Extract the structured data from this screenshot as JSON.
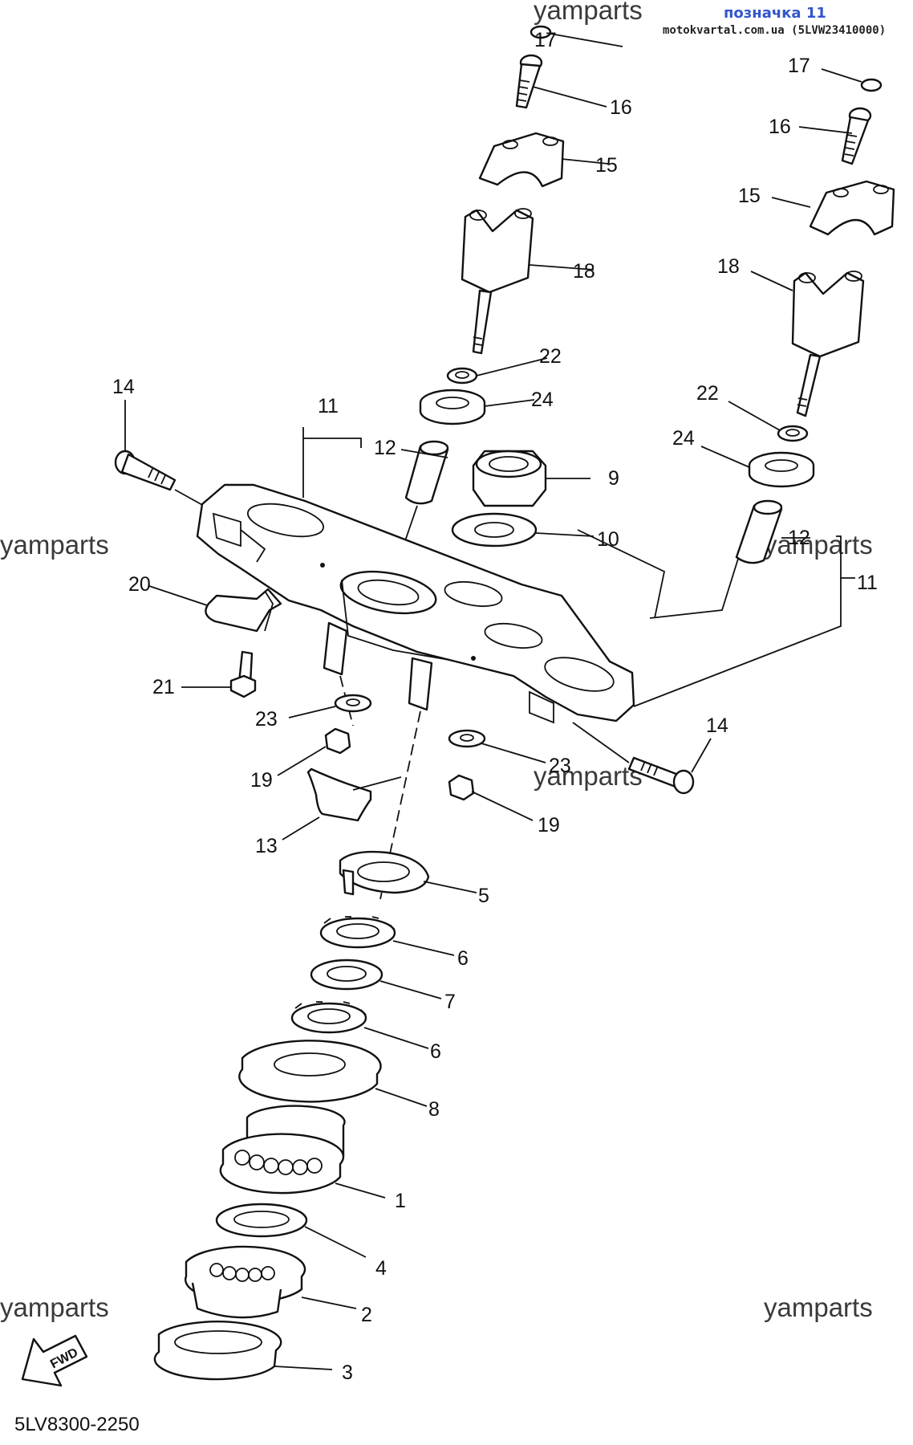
{
  "header": {
    "watermark": "yamparts",
    "label": "позначка 11",
    "site": "motokvartal.com.ua (5LVW23410000)"
  },
  "watermarks": [
    "yamparts",
    "yamparts",
    "yamparts",
    "yamparts",
    "yamparts"
  ],
  "fwd_label": "FWD",
  "part_code": "5LV8300-2250",
  "callouts": [
    {
      "id": "c17a",
      "label": "17"
    },
    {
      "id": "c16a",
      "label": "16"
    },
    {
      "id": "c15a",
      "label": "15"
    },
    {
      "id": "c18a",
      "label": "18"
    },
    {
      "id": "c22a",
      "label": "22"
    },
    {
      "id": "c24a",
      "label": "24"
    },
    {
      "id": "c12a",
      "label": "12"
    },
    {
      "id": "c11a",
      "label": "11"
    },
    {
      "id": "c14a",
      "label": "14"
    },
    {
      "id": "c9",
      "label": "9"
    },
    {
      "id": "c10",
      "label": "10"
    },
    {
      "id": "c17b",
      "label": "17"
    },
    {
      "id": "c16b",
      "label": "16"
    },
    {
      "id": "c15b",
      "label": "15"
    },
    {
      "id": "c18b",
      "label": "18"
    },
    {
      "id": "c22b",
      "label": "22"
    },
    {
      "id": "c24b",
      "label": "24"
    },
    {
      "id": "c12b",
      "label": "12"
    },
    {
      "id": "c11b",
      "label": "11"
    },
    {
      "id": "c20",
      "label": "20"
    },
    {
      "id": "c21",
      "label": "21"
    },
    {
      "id": "c23a",
      "label": "23"
    },
    {
      "id": "c19a",
      "label": "19"
    },
    {
      "id": "c13",
      "label": "13"
    },
    {
      "id": "c14b",
      "label": "14"
    },
    {
      "id": "c23b",
      "label": "23"
    },
    {
      "id": "c19b",
      "label": "19"
    },
    {
      "id": "c5",
      "label": "5"
    },
    {
      "id": "c6a",
      "label": "6"
    },
    {
      "id": "c7",
      "label": "7"
    },
    {
      "id": "c6b",
      "label": "6"
    },
    {
      "id": "c8",
      "label": "8"
    },
    {
      "id": "c1",
      "label": "1"
    },
    {
      "id": "c4",
      "label": "4"
    },
    {
      "id": "c2",
      "label": "2"
    },
    {
      "id": "c3",
      "label": "3"
    }
  ]
}
